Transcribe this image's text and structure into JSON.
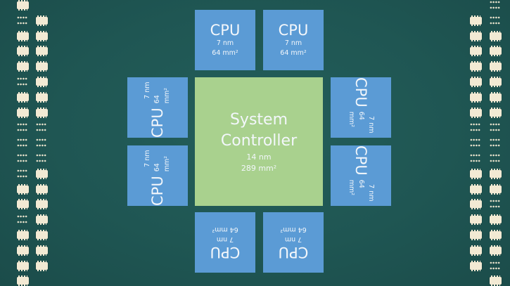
{
  "diagram": {
    "controller": {
      "title_line1": "System",
      "title_line2": "Controller",
      "process": "14 nm",
      "area": "289 mm²"
    },
    "cpus": [
      {
        "id": "top-left",
        "label": "CPU",
        "process": "7 nm",
        "area": "64 mm²",
        "orientation": "up"
      },
      {
        "id": "top-right",
        "label": "CPU",
        "process": "7 nm",
        "area": "64 mm²",
        "orientation": "up"
      },
      {
        "id": "left-top",
        "label": "CPU",
        "process": "7 nm",
        "area": "64 mm²",
        "orientation": "left"
      },
      {
        "id": "left-bottom",
        "label": "CPU",
        "process": "7 nm",
        "area": "64 mm²",
        "orientation": "left"
      },
      {
        "id": "right-top",
        "label": "CPU",
        "process": "7 nm",
        "area": "64 mm²",
        "orientation": "right"
      },
      {
        "id": "right-bottom",
        "label": "CPU",
        "process": "7 nm",
        "area": "64 mm²",
        "orientation": "right"
      },
      {
        "id": "bottom-left",
        "label": "CPU",
        "process": "7 nm",
        "area": "64 mm²",
        "orientation": "down"
      },
      {
        "id": "bottom-right",
        "label": "CPU",
        "process": "7 nm",
        "area": "64 mm²",
        "orientation": "down"
      }
    ],
    "colors": {
      "substrate": "#1f5653",
      "cpu": "#5b9bd5",
      "controller": "#a9d18e",
      "text": "#f3f7fb",
      "pad": "#f2ead4"
    }
  }
}
